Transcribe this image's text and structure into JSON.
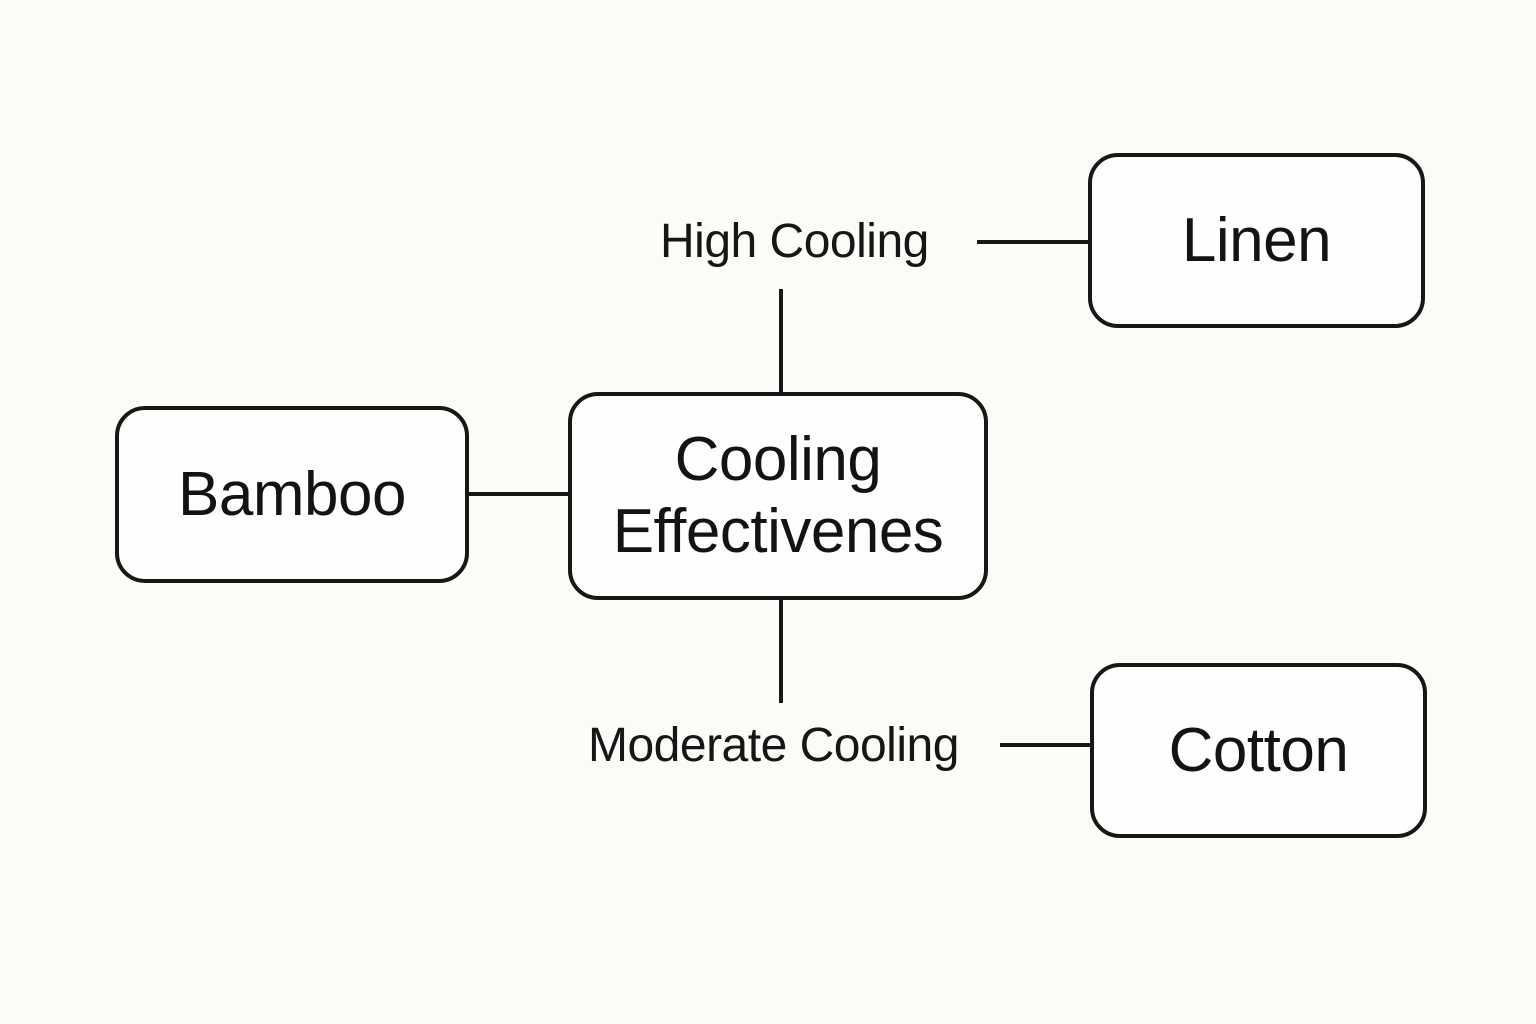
{
  "colors": {
    "background": "#FCFBF8",
    "node_fill": "#FEFEFD",
    "stroke": "#171717",
    "text": "#131313"
  },
  "nodes": {
    "center": {
      "label": "Cooling Effectivenes"
    },
    "bamboo": {
      "label": "Bamboo"
    },
    "linen": {
      "label": "Linen"
    },
    "cotton": {
      "label": "Cotton"
    }
  },
  "edge_labels": {
    "high": {
      "label": "High Cooling",
      "connects": "Cooling Effectivenes to Linen"
    },
    "moderate": {
      "label": "Moderate Cooling",
      "connects": "Cooling Effectivenes to Cotton"
    }
  },
  "edges": {
    "bamboo_center": {
      "from": "Bamboo",
      "to": "Cooling Effectivenes"
    }
  }
}
